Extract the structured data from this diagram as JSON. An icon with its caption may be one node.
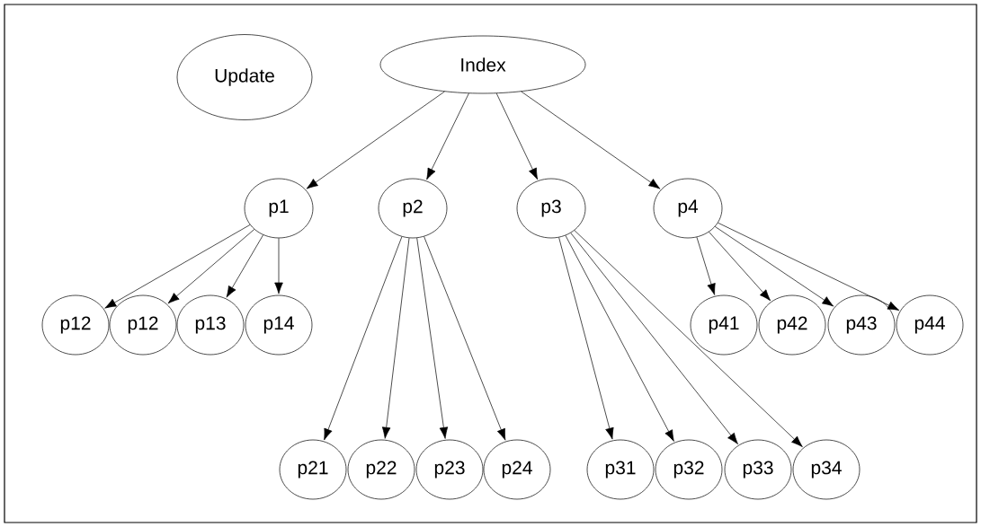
{
  "diagram": {
    "nodes": [
      {
        "text": [
          "Update"
        ]
      },
      {
        "text": [
          "Index"
        ]
      },
      {
        "text": [
          "p1"
        ]
      },
      {
        "text": [
          "p2"
        ]
      },
      {
        "text": [
          "p3"
        ]
      },
      {
        "text": [
          "p4"
        ]
      },
      {
        "text": [
          "p12"
        ]
      },
      {
        "text": [
          "p12"
        ]
      },
      {
        "text": [
          "p13"
        ]
      },
      {
        "text": [
          "p14"
        ]
      },
      {
        "text": [
          "p41"
        ]
      },
      {
        "text": [
          "p42"
        ]
      },
      {
        "text": [
          "p43"
        ]
      },
      {
        "text": [
          "p44"
        ]
      },
      {
        "text": [
          "p21"
        ]
      },
      {
        "text": [
          "p22"
        ]
      },
      {
        "text": [
          "p23"
        ]
      },
      {
        "text": [
          "p24"
        ]
      },
      {
        "text": [
          "p31"
        ]
      },
      {
        "text": [
          "p32"
        ]
      },
      {
        "text": [
          "p33"
        ]
      },
      {
        "text": [
          "p34"
        ]
      }
    ],
    "edges": [
      {
        "from": 1,
        "to": 2,
        "arrow": "to"
      },
      {
        "from": 1,
        "to": 3,
        "arrow": "to"
      },
      {
        "from": 1,
        "to": 4,
        "arrow": "to"
      },
      {
        "from": 1,
        "to": 5,
        "arrow": "to"
      },
      {
        "from": 2,
        "to": 6,
        "arrow": "to"
      },
      {
        "from": 2,
        "to": 7,
        "arrow": "to"
      },
      {
        "from": 2,
        "to": 8,
        "arrow": "to"
      },
      {
        "from": 2,
        "to": 9,
        "arrow": "to"
      },
      {
        "from": 3,
        "to": 14,
        "arrow": "to"
      },
      {
        "from": 3,
        "to": 15,
        "arrow": "to"
      },
      {
        "from": 3,
        "to": 16,
        "arrow": "to"
      },
      {
        "from": 3,
        "to": 17,
        "arrow": "to"
      },
      {
        "from": 4,
        "to": 18,
        "arrow": "to"
      },
      {
        "from": 4,
        "to": 19,
        "arrow": "to"
      },
      {
        "from": 4,
        "to": 20,
        "arrow": "to"
      },
      {
        "from": 4,
        "to": 21,
        "arrow": "to"
      },
      {
        "from": 5,
        "to": 10,
        "arrow": "to"
      },
      {
        "from": 5,
        "to": 11,
        "arrow": "to"
      },
      {
        "from": 5,
        "to": 12,
        "arrow": "to"
      },
      {
        "from": 5,
        "to": 13,
        "arrow": "to"
      }
    ]
  }
}
